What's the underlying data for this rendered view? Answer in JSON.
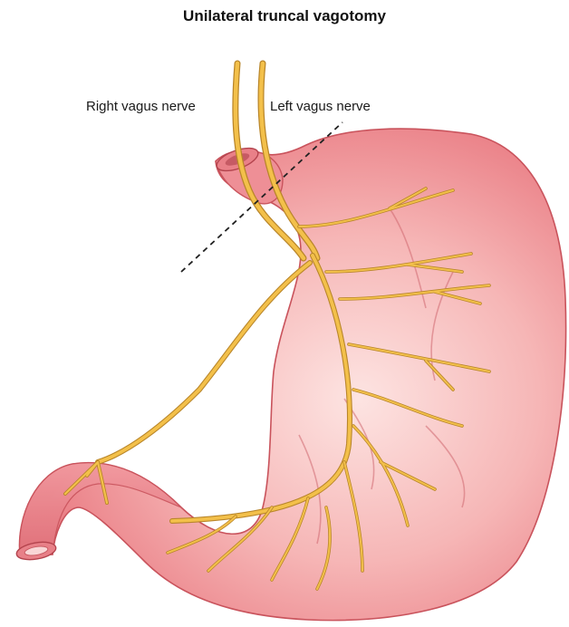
{
  "title": "Unilateral truncal vagotomy",
  "labels": {
    "right_vagus": "Right vagus nerve",
    "left_vagus": "Left vagus nerve"
  },
  "colors": {
    "stomach_fill": "#f08e92",
    "stomach_highlight": "#fbd3d3",
    "stomach_outline": "#c9535c",
    "nerve": "#f3c04a",
    "nerve_outline": "#b9862a",
    "cut_line": "#222222"
  }
}
